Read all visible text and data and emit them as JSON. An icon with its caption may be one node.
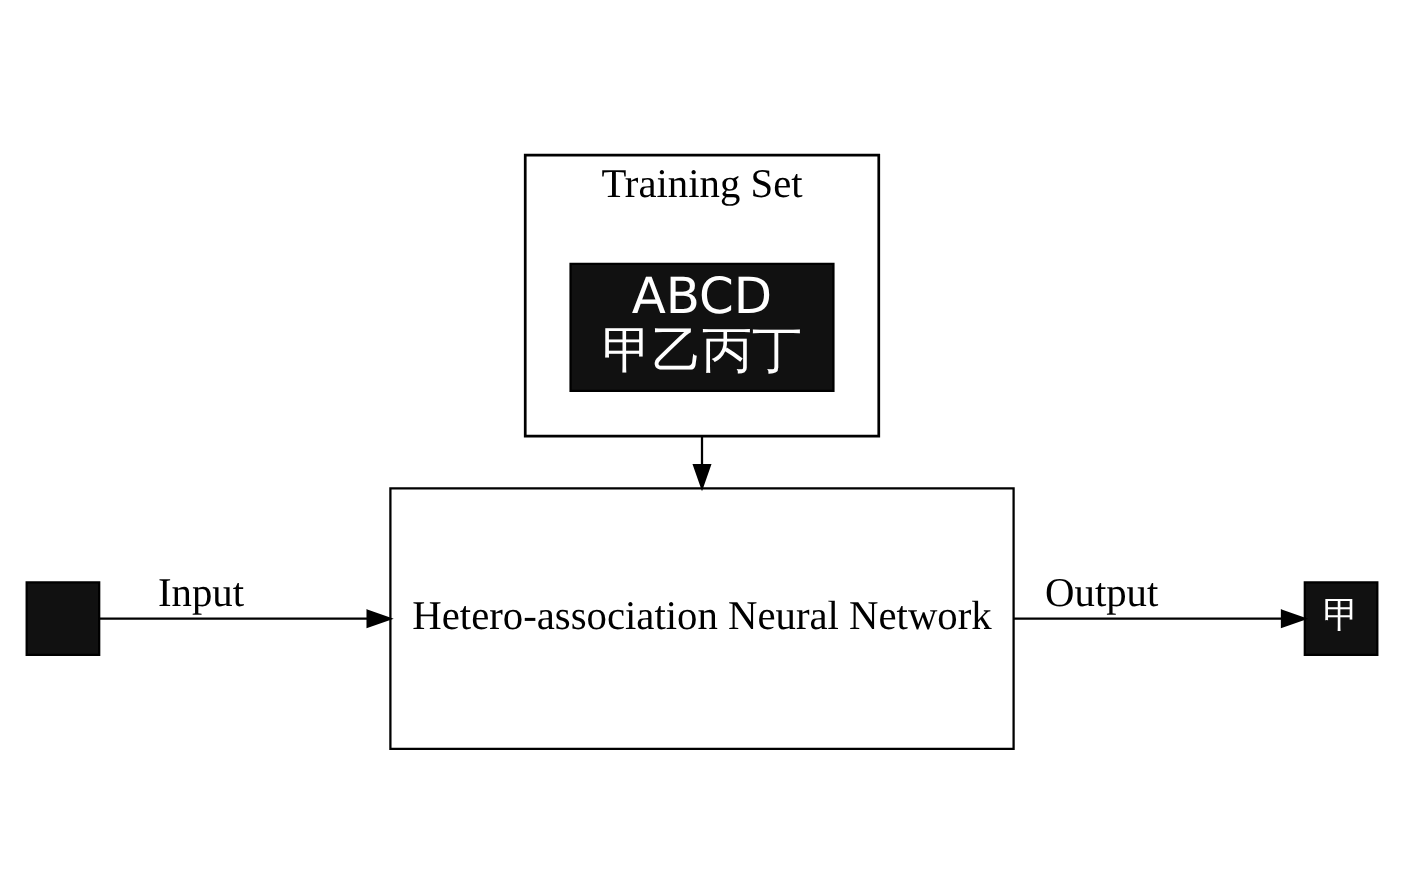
{
  "diagram": {
    "nodes": [
      {
        "text": [
          "Training Set"
        ]
      },
      {
        "text": [
          "ABCD",
          "甲乙丙丁"
        ],
        "in": 0
      },
      {
        "text": [],
        "shape": "box"
      },
      {
        "text": [
          "Hetero-association Neural Network"
        ]
      },
      {
        "text": [
          "甲"
        ]
      }
    ],
    "edges": [
      {
        "from": 0,
        "to": 3,
        "arrow": "to"
      },
      {
        "from": 2,
        "to": 3,
        "arrow": "to",
        "label": "Input"
      },
      {
        "from": 3,
        "to": 4,
        "arrow": "to",
        "label": "Output"
      }
    ]
  }
}
